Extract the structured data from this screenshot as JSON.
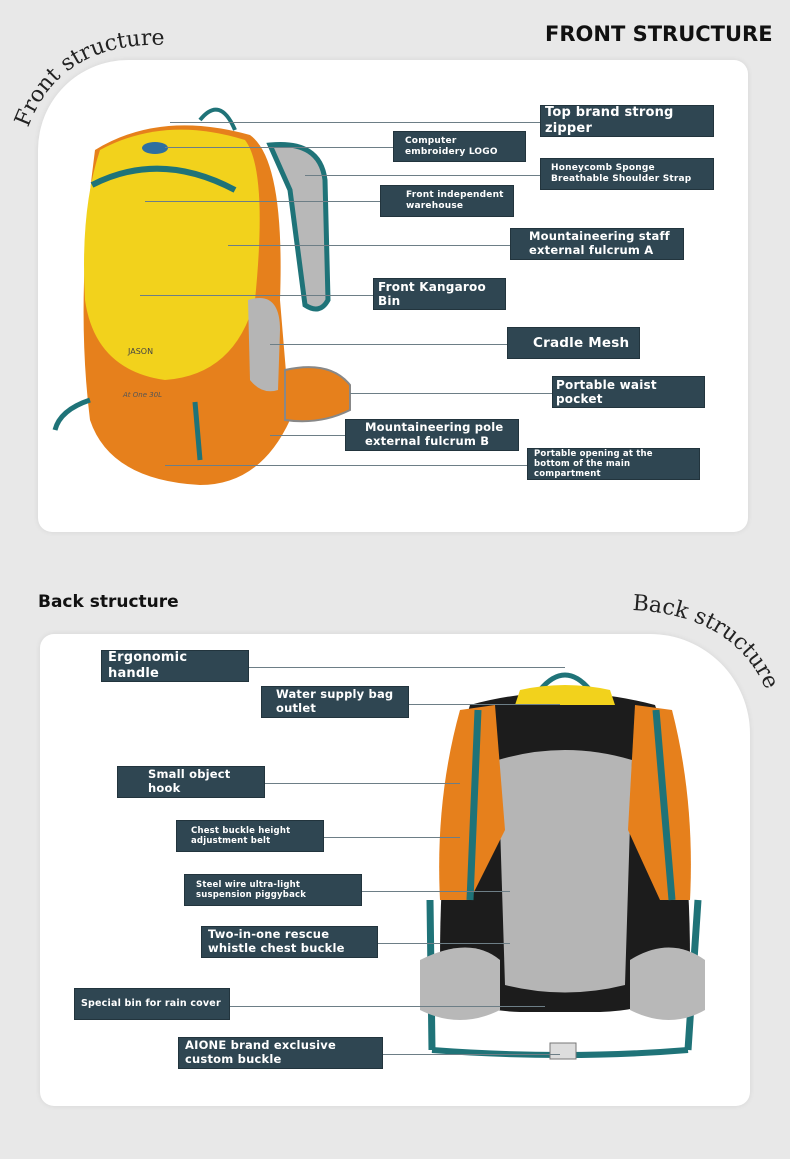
{
  "front": {
    "heading": "FRONT STRUCTURE",
    "curved_title": "Front structure",
    "bag_logo_text": "JASON",
    "bag_model_text": "At One 30L",
    "labels": [
      "Top brand strong zipper",
      "Computer embroidery LOGO",
      "Honeycomb Sponge Breathable Shoulder Strap",
      "Front independent warehouse",
      "Mountaineering staff external fulcrum A",
      "Front Kangaroo Bin",
      "Cradle Mesh",
      "Portable waist pocket",
      "Mountaineering pole external fulcrum B",
      "Portable opening at the bottom of the main compartment"
    ]
  },
  "back": {
    "heading": "Back structure",
    "curved_title": "Back structure",
    "labels": [
      "Ergonomic handle",
      "Water supply bag outlet",
      "Small object hook",
      "Chest buckle height adjustment belt",
      "Steel wire ultra-light suspension piggyback",
      "Two-in-one rescue whistle chest buckle",
      "Special bin for rain cover",
      "AIONE brand exclusive custom buckle"
    ]
  },
  "colors": {
    "label_bg": "#2f4652",
    "bag_yellow": "#f2d21c",
    "bag_orange": "#e6801c",
    "strap_teal": "#1f7378",
    "mesh_grey": "#b5b5b5"
  }
}
